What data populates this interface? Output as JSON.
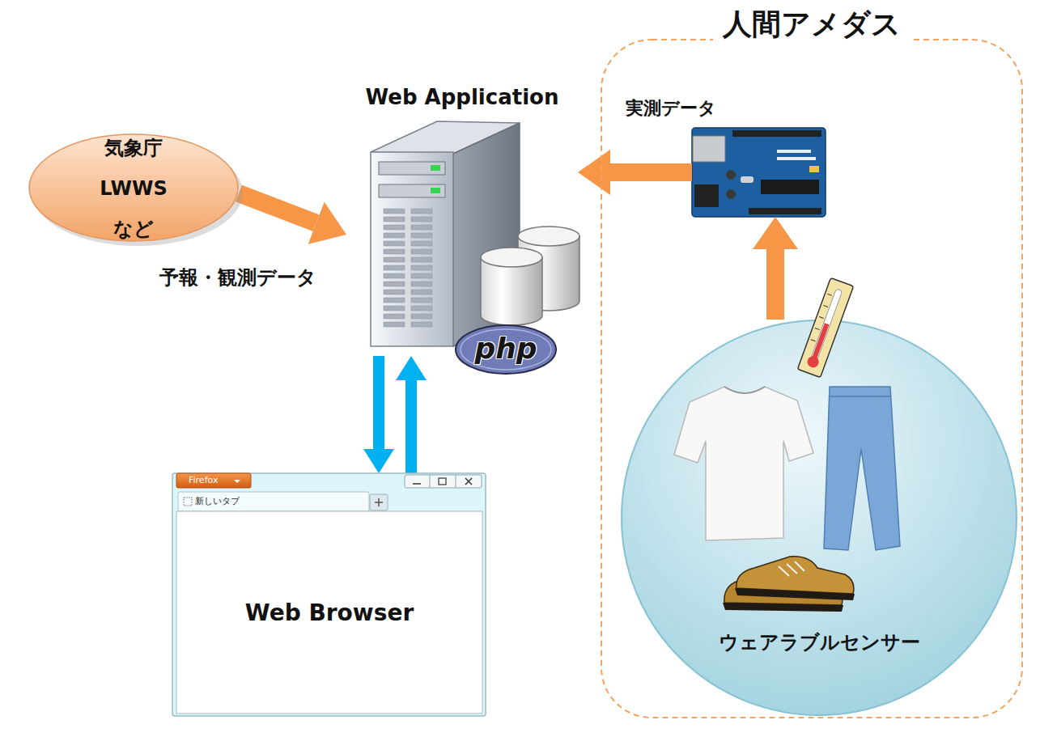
{
  "diagram": {
    "nodes": [
      {
        "text": [
          "気象庁 LWWS など"
        ]
      },
      {
        "text": [
          "Web Application"
        ]
      },
      {
        "text": [
          "Firefox",
          "新しいタブ",
          "Web Browser"
        ]
      },
      {
        "text": [
          "人間アメダス"
        ]
      },
      {
        "text": [
          "実測データ"
        ],
        "in": 3
      },
      {
        "text": [
          "ウェアラブルセンサー"
        ],
        "in": 3
      }
    ],
    "edges": [
      {
        "from": 0,
        "to": 1,
        "arrow": "to",
        "label": "予報・観測データ"
      },
      {
        "from": 4,
        "to": 1,
        "arrow": "to"
      },
      {
        "from": 5,
        "to": 4,
        "arrow": "to"
      },
      {
        "from": 1,
        "to": 2,
        "arrow": "to"
      },
      {
        "from": 2,
        "to": 1,
        "arrow": "to"
      }
    ],
    "labels": [
      "php"
    ]
  }
}
